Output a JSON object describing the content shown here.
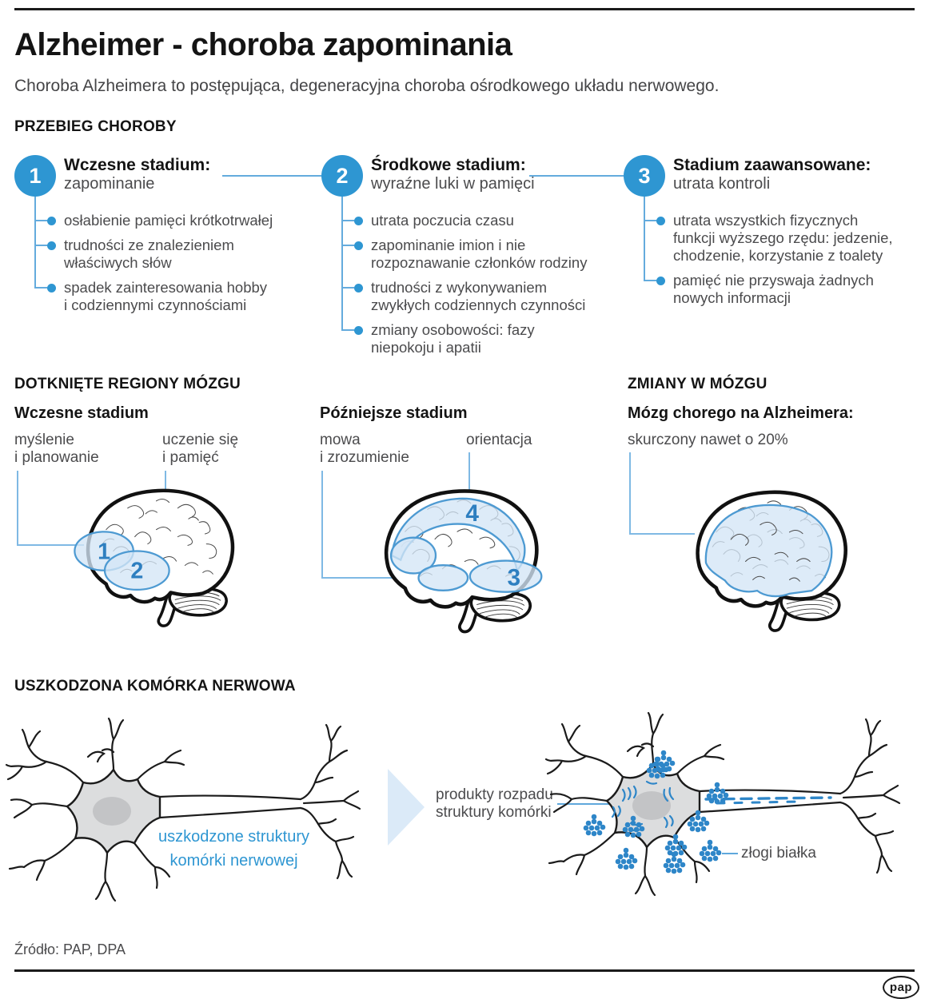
{
  "header": {
    "title": "Alzheimer - choroba zapominania",
    "subtitle": "Choroba Alzheimera to postępująca, degeneracyjna choroba ośrodkowego układu nerwowego."
  },
  "course": {
    "heading": "PRZEBIEG CHOROBY",
    "stages": [
      {
        "number": "1",
        "title": "Wczesne stadium:",
        "subtitle": "zapominanie",
        "bullets": [
          "osłabienie pamięci krótkotrwałej",
          "trudności ze znalezieniem\nwłaściwych słów",
          "spadek zainteresowania hobby\ni codziennymi czynnościami"
        ]
      },
      {
        "number": "2",
        "title": "Środkowe stadium:",
        "subtitle": "wyraźne luki w pamięci",
        "bullets": [
          "utrata poczucia czasu",
          "zapominanie imion i nie\nrozpoznawanie członków rodziny",
          "trudności z wykonywaniem\nzwykłych codziennych czynności",
          "zmiany osobowości: fazy\nniepokoju i apatii"
        ]
      },
      {
        "number": "3",
        "title": "Stadium zaawansowane:",
        "subtitle": "utrata kontroli",
        "bullets": [
          "utrata wszystkich fizycznych\nfunkcji wyższego rzędu: jedzenie,\nchodzenie, korzystanie z toalety",
          "pamięć nie przyswaja żadnych\nnowych informacji"
        ]
      }
    ]
  },
  "regions": {
    "heading": "DOTKNIĘTE REGIONY MÓZGU",
    "early": {
      "title": "Wczesne stadium",
      "labels": [
        "myślenie\ni planowanie",
        "uczenie się\ni pamięć"
      ],
      "region_numbers": [
        "1",
        "2"
      ]
    },
    "late": {
      "title": "Późniejsze stadium",
      "labels": [
        "mowa\ni zrozumienie",
        "orientacja"
      ],
      "region_numbers": [
        "4",
        "3"
      ]
    }
  },
  "changes": {
    "heading": "ZMIANY W MÓZGU",
    "title": "Mózg chorego na Alzheimera:",
    "label": "skurczony nawet o 20%"
  },
  "neuron": {
    "heading": "USZKODZONA KOMÓRKA NERWOWA",
    "damaged_label": "uszkodzone struktury\nkomórki nerwowej",
    "breakdown_label": "produkty rozpadu\nstruktury komórki",
    "deposits_label": "złogi białka"
  },
  "footer": {
    "source": "Źródło: PAP, DPA",
    "logo": "pap"
  },
  "colors": {
    "accent_blue": "#2E96D2",
    "line_blue": "#64ABDD",
    "region_fill": "#D3E6F6",
    "region_stroke": "#4D9AD2",
    "region_number": "#2E7FC0",
    "arrow_fill": "#DBEAF8",
    "deposit_blue": "#2E86C8",
    "text_dark": "#141414",
    "text_body": "#4B4B4D"
  }
}
